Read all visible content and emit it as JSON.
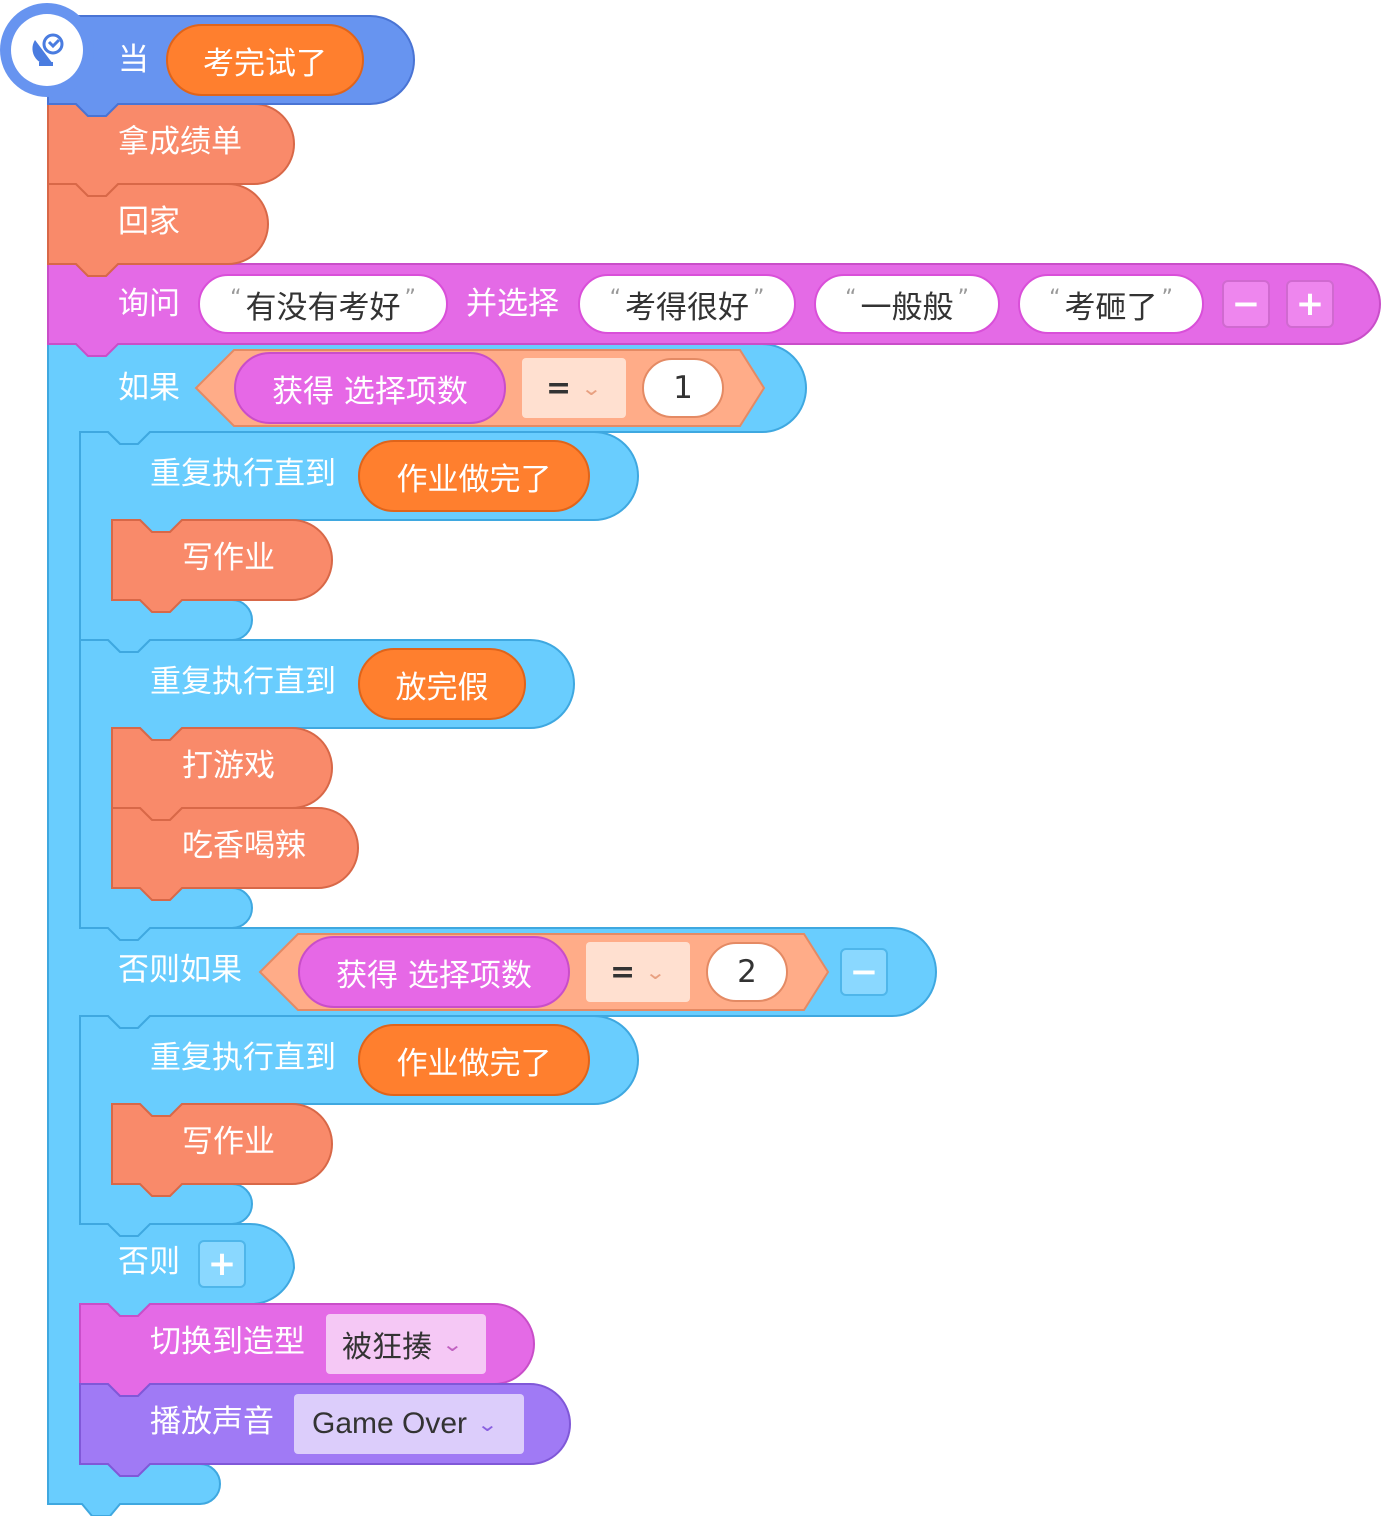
{
  "colors": {
    "event": "#6794f0",
    "action": "#f98a6a",
    "ask": "#e46ae6",
    "control": "#69cdfe",
    "sound": "#a07af5",
    "compare": "#ffac88"
  },
  "hat": {
    "icon": "satellite-dish-icon",
    "prefix": "当",
    "event_name": "考完试了"
  },
  "steps": {
    "get_report": "拿成绩单",
    "go_home": "回家"
  },
  "ask": {
    "label": "询问",
    "question": "有没有考好",
    "choose_label": "并选择",
    "options": [
      "考得很好",
      "一般般",
      "考砸了"
    ],
    "minus": "−",
    "plus": "+"
  },
  "if_block": {
    "label": "如果",
    "reporter": "获得 选择项数",
    "operator": "=",
    "value": "1"
  },
  "loop1": {
    "label": "重复执行直到",
    "condition": "作业做完了",
    "body": "写作业"
  },
  "loop2": {
    "label": "重复执行直到",
    "condition": "放完假",
    "body": [
      "打游戏",
      "吃香喝辣"
    ]
  },
  "elseif_block": {
    "label": "否则如果",
    "reporter": "获得 选择项数",
    "operator": "=",
    "value": "2",
    "minus": "−"
  },
  "loop3": {
    "label": "重复执行直到",
    "condition": "作业做完了",
    "body": "写作业"
  },
  "else_block": {
    "label": "否则",
    "plus": "+"
  },
  "costume": {
    "label": "切换到造型",
    "value": "被狂揍"
  },
  "sound": {
    "label": "播放声音",
    "value": "Game Over"
  },
  "quote_open": "“",
  "quote_close": "”"
}
